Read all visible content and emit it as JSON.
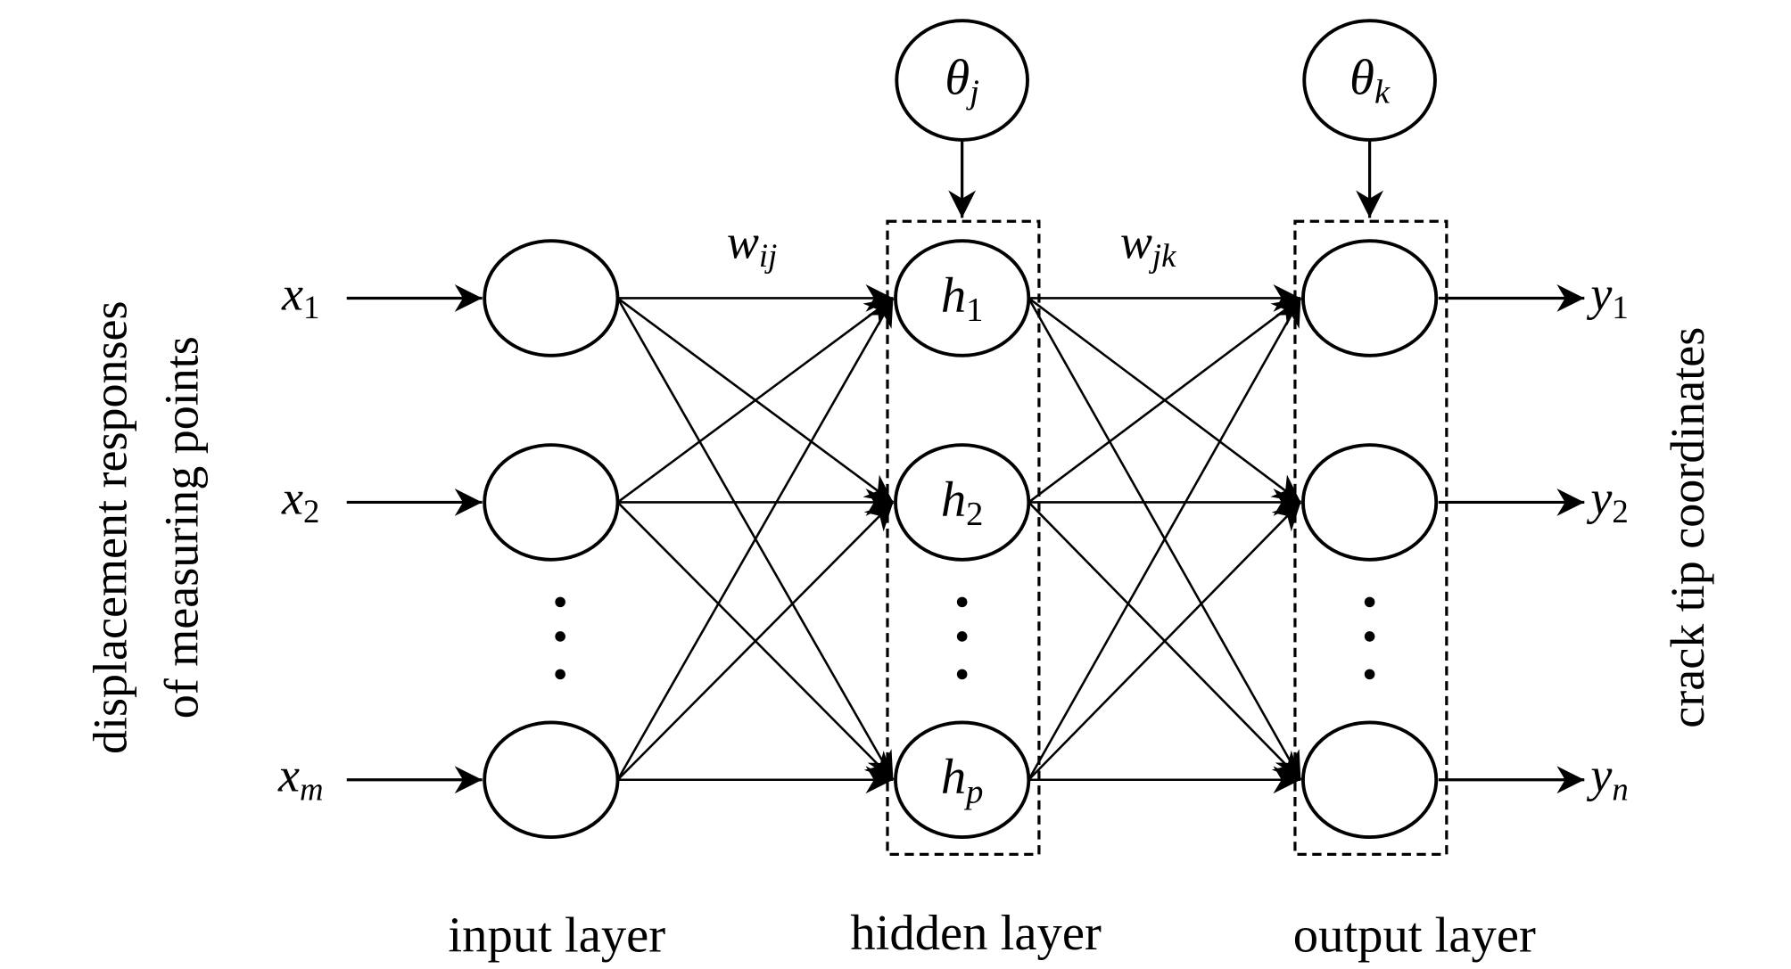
{
  "inputs": [
    {
      "base": "x",
      "sub": "1"
    },
    {
      "base": "x",
      "sub": "2"
    },
    {
      "base": "x",
      "sub": "m"
    }
  ],
  "hidden": [
    {
      "base": "h",
      "sub": "1"
    },
    {
      "base": "h",
      "sub": "2"
    },
    {
      "base": "h",
      "sub": "p"
    }
  ],
  "outputs": [
    {
      "base": "y",
      "sub": "1"
    },
    {
      "base": "y",
      "sub": "2"
    },
    {
      "base": "y",
      "sub": "n"
    }
  ],
  "bias": [
    {
      "base": "θ",
      "sub": "j"
    },
    {
      "base": "θ",
      "sub": "k"
    }
  ],
  "weights": [
    {
      "base": "w",
      "sub": "ij"
    },
    {
      "base": "w",
      "sub": "jk"
    }
  ],
  "left_label": [
    "displacement responses",
    "of measuring points"
  ],
  "right_label": "crack tip coordinates",
  "layer_labels": {
    "input": "input layer",
    "hidden": "hidden layer",
    "output": "output layer"
  }
}
